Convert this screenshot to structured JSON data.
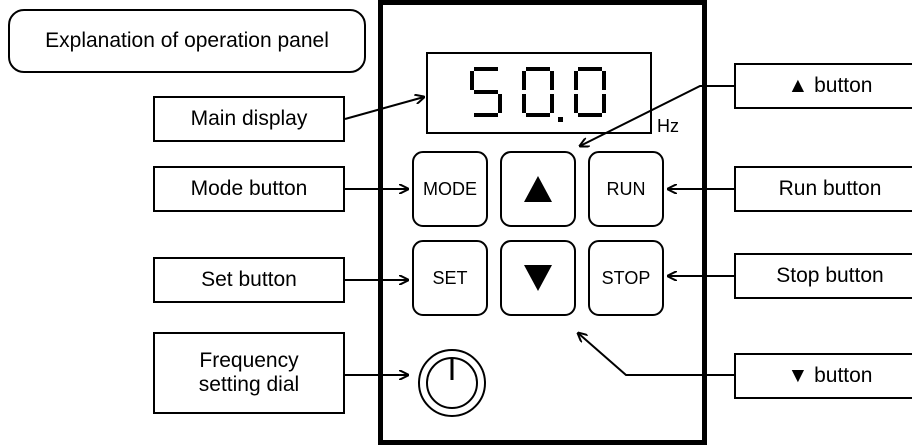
{
  "title": "Explanation of operation panel",
  "display": {
    "digits": [
      "5",
      "0",
      "0"
    ],
    "unit": "Hz"
  },
  "keys": {
    "mode": "MODE",
    "up_icon": "up-triangle",
    "run": "RUN",
    "set": "SET",
    "down_icon": "down-triangle",
    "stop": "STOP"
  },
  "callouts": {
    "main_display": "Main display",
    "mode_button": "Mode button",
    "set_button": "Set button",
    "frequency_dial": [
      "Frequency",
      "setting dial"
    ],
    "up_button": "▲ button",
    "run_button": "Run button",
    "stop_button": "Stop button",
    "down_button": "▼ button"
  }
}
